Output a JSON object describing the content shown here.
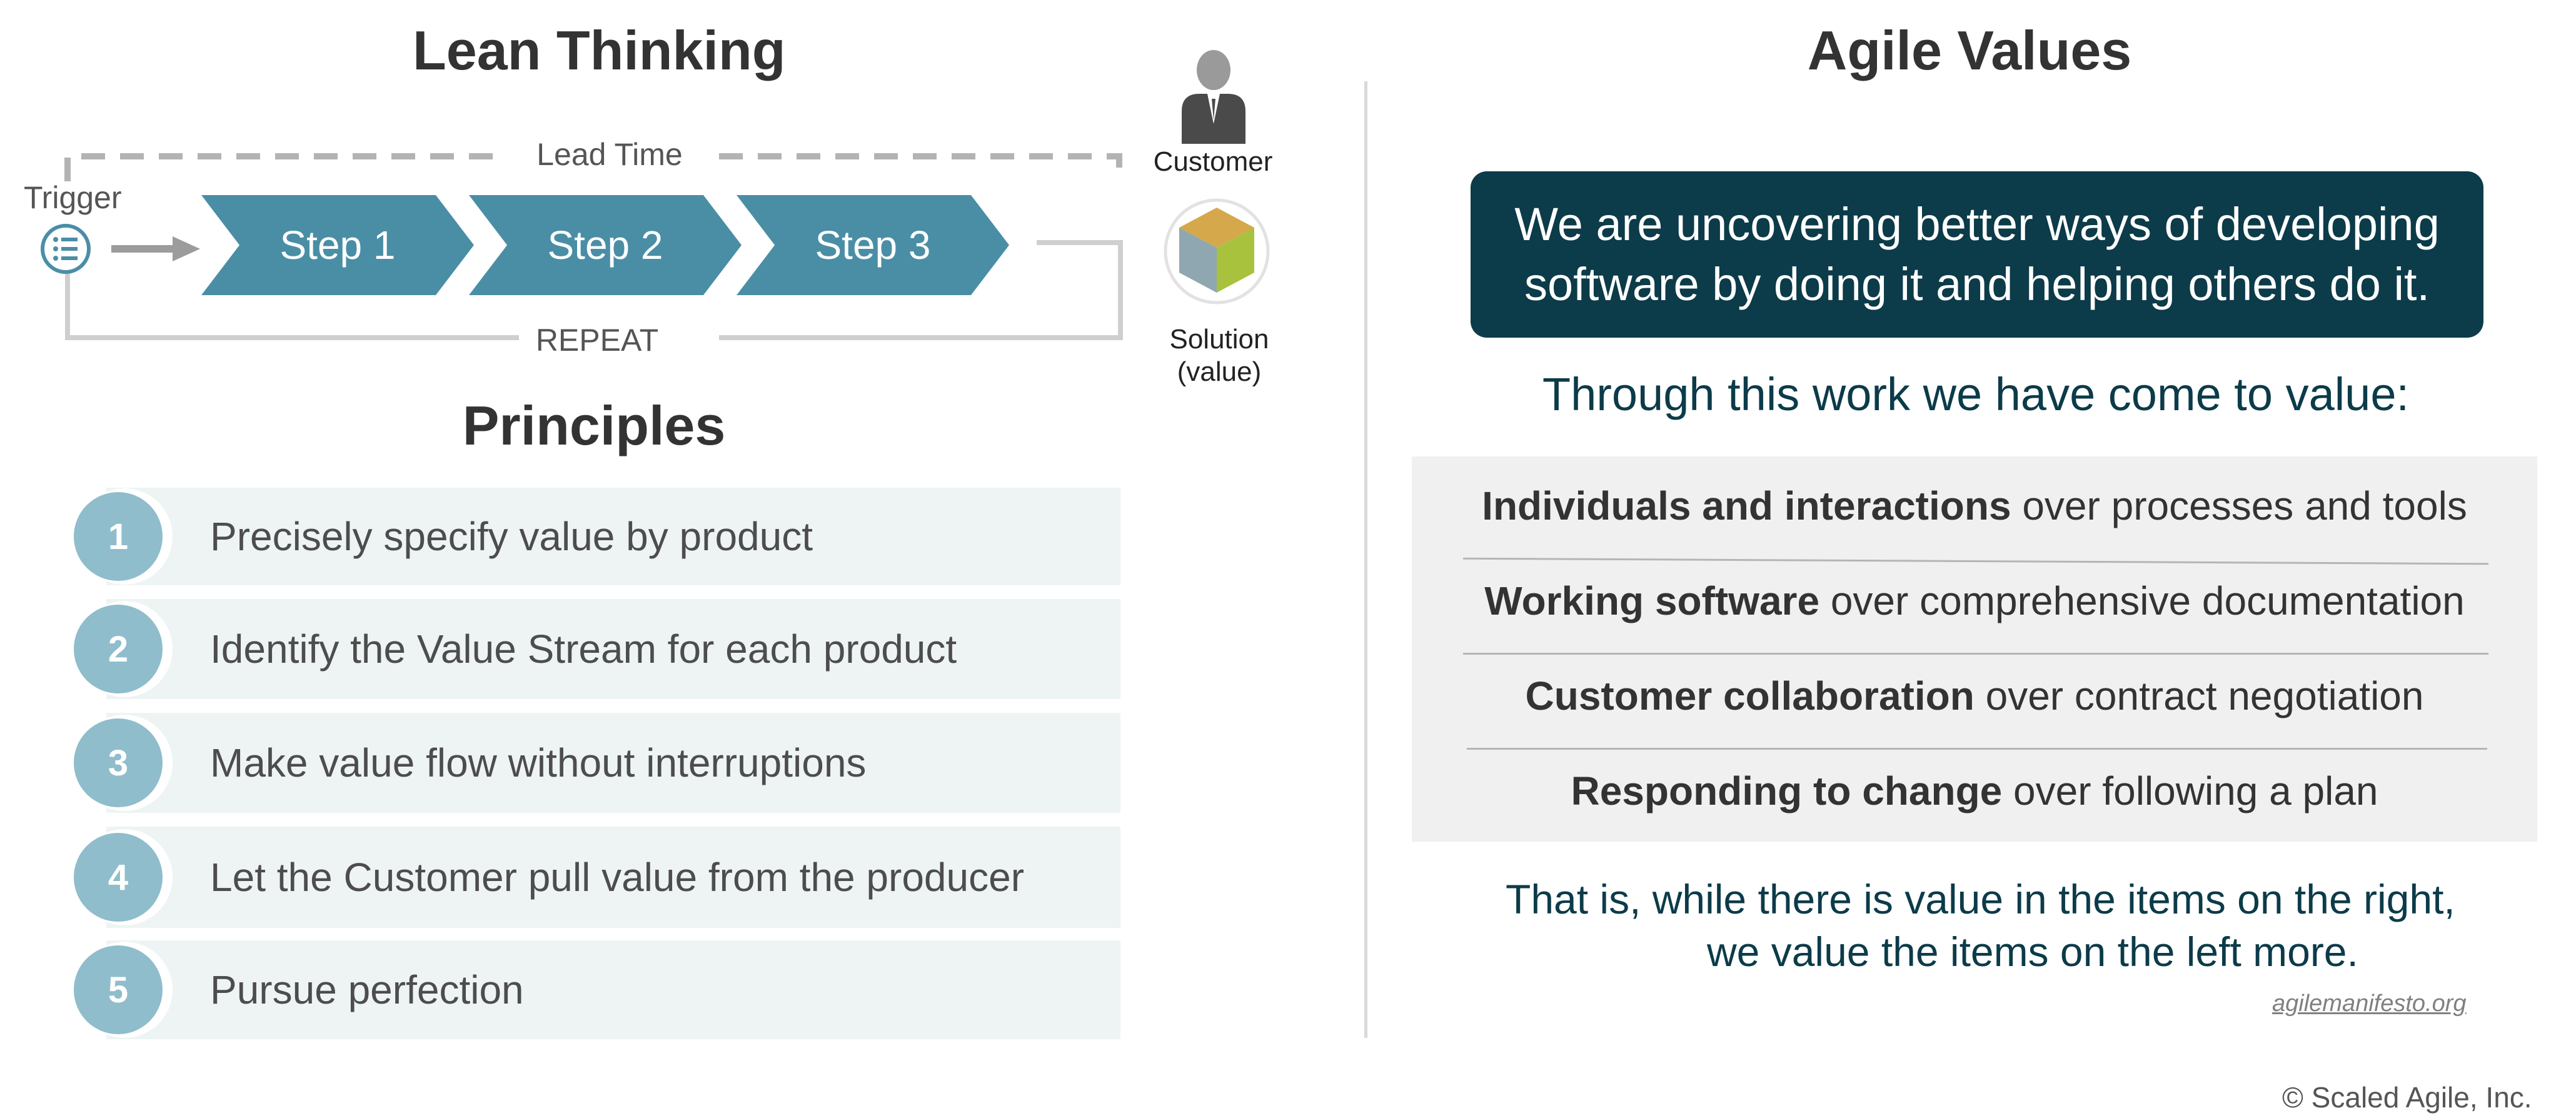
{
  "lean": {
    "title": "Lean Thinking",
    "lead_time": "Lead Time",
    "trigger": "Trigger",
    "steps": [
      "Step 1",
      "Step 2",
      "Step 3"
    ],
    "repeat": "REPEAT",
    "customer": "Customer",
    "solution_line1": "Solution",
    "solution_line2": "(value)",
    "icons": {
      "trigger": "checklist-icon",
      "customer": "person-icon",
      "solution": "cube-icon"
    },
    "colors": {
      "step": "#4a8ea6",
      "number": "#8fbdcc",
      "row": "#eef4f4"
    }
  },
  "principles": {
    "title": "Principles",
    "items": [
      {
        "num": "1",
        "text": "Precisely specify value by product"
      },
      {
        "num": "2",
        "text": "Identify the Value Stream for each product"
      },
      {
        "num": "3",
        "text": "Make value flow without interruptions"
      },
      {
        "num": "4",
        "text": "Let the Customer pull value from the producer"
      },
      {
        "num": "5",
        "text": "Pursue perfection"
      }
    ]
  },
  "agile": {
    "title": "Agile Values",
    "banner_line1": "We are uncovering better ways of developing",
    "banner_line2": "software by doing it and helping others do it.",
    "intro": "Through this work we have come to value:",
    "values": [
      {
        "bold": "Individuals and interactions",
        "rest": " over processes and tools"
      },
      {
        "bold": "Working software",
        "rest": " over comprehensive documentation"
      },
      {
        "bold": "Customer collaboration",
        "rest": " over contract negotiation"
      },
      {
        "bold": "Responding to change",
        "rest": " over following a plan"
      }
    ],
    "closing_line1": "That is, while there is value in the items on the right,",
    "closing_line2": "we value the items on the left more.",
    "source": "agilemanifesto.org",
    "colors": {
      "banner": "#0c3b49",
      "box": "#f0f0f0"
    }
  },
  "footer": {
    "copyright": "© Scaled Agile, Inc."
  }
}
